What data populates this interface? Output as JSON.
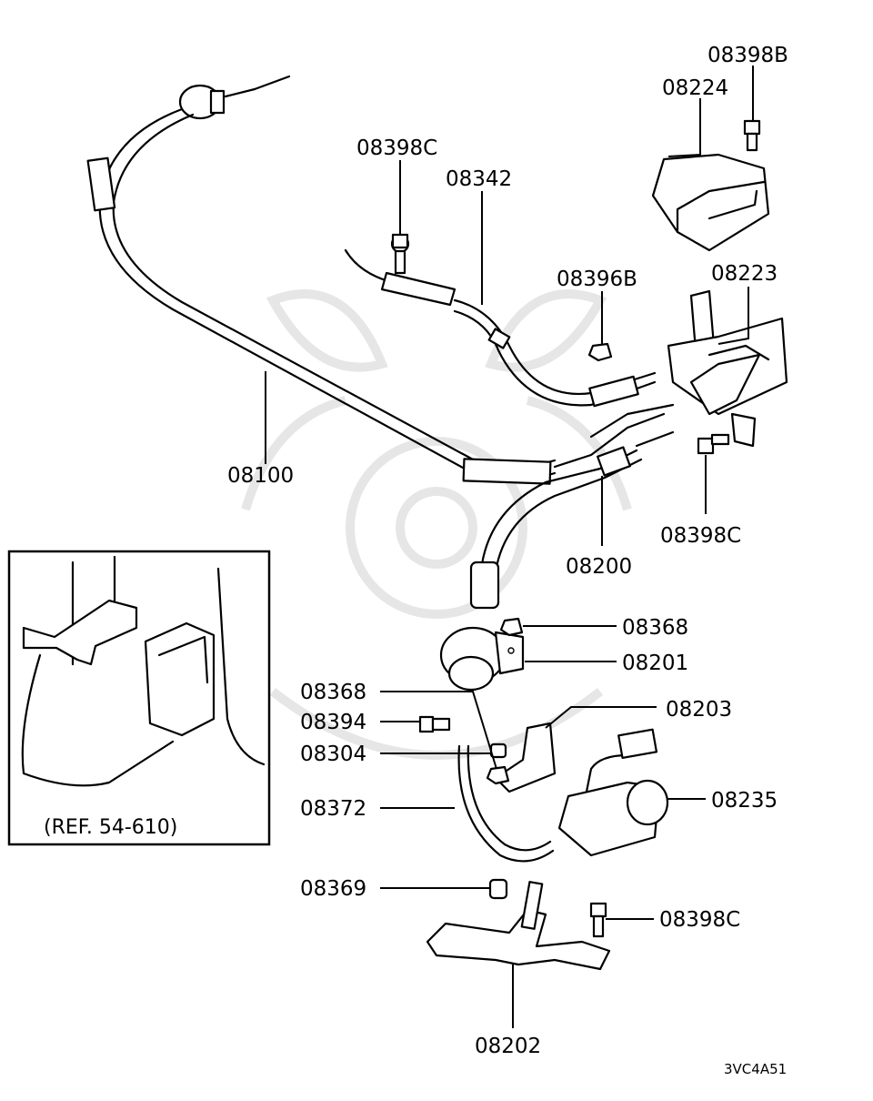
{
  "diagram": {
    "part_labels": {
      "p08398B": "08398B",
      "p08224": "08224",
      "p08398C_top": "08398C",
      "p08342": "08342",
      "p08396B": "08396B",
      "p08223": "08223",
      "p08100": "08100",
      "p08398C_mid": "08398C",
      "p08200": "08200",
      "p08368_a": "08368",
      "p08201": "08201",
      "p08368_b": "08368",
      "p08203": "08203",
      "p08394": "08394",
      "p08304": "08304",
      "p08235": "08235",
      "p08372": "08372",
      "p08369": "08369",
      "p08398C_bottom": "08398C",
      "p08202": "08202"
    },
    "inset_reference": "(REF. 54-610)",
    "figure_code": "3VC4A51"
  }
}
